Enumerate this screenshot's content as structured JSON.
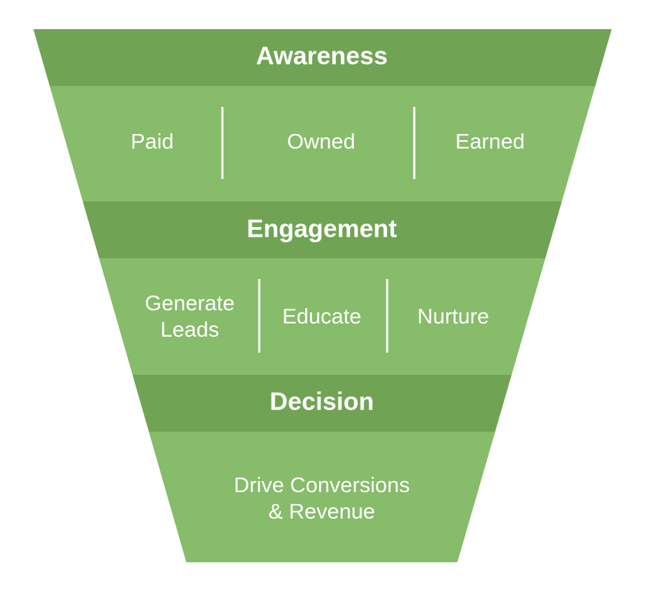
{
  "colors": {
    "header_band": "#70A454",
    "body_band": "#86BC6A",
    "divider": "#FFFFFF",
    "text": "#FFFFFF"
  },
  "stages": [
    {
      "title": "Awareness",
      "items": [
        "Paid",
        "Owned",
        "Earned"
      ]
    },
    {
      "title": "Engagement",
      "items": [
        "Generate\nLeads",
        "Educate",
        "Nurture"
      ]
    },
    {
      "title": "Decision",
      "items": [
        "Drive Conversions\n& Revenue"
      ]
    }
  ]
}
